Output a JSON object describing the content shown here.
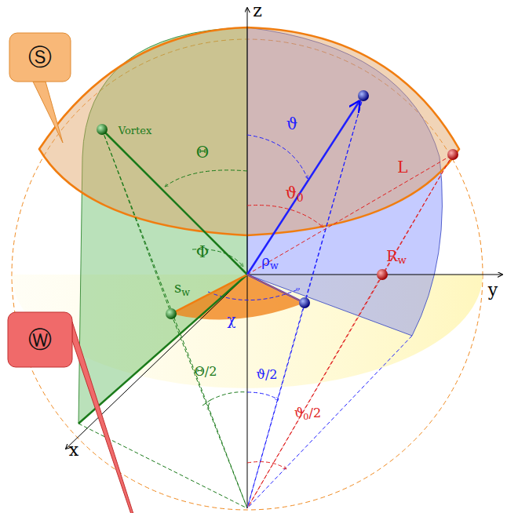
{
  "diagram": {
    "nodes": [
      {
        "text": [
          "Ⓢ"
        ]
      },
      {
        "text": [
          "Ⓦ"
        ]
      }
    ],
    "labels": [
      "z",
      "y",
      "x",
      "Vortex",
      "Θ",
      "ϑ",
      "ϑ0",
      "L",
      "Φ",
      "Rw",
      "ρw",
      "sw",
      "χ",
      "Θ/2",
      "ϑ/2",
      "ϑ0/2"
    ]
  }
}
